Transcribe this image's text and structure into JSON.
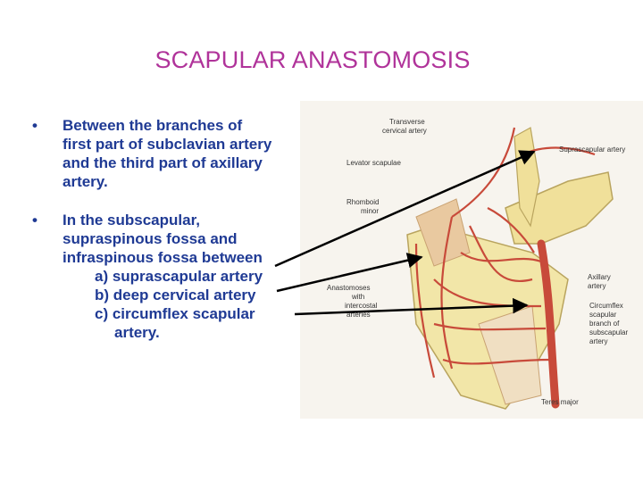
{
  "title": "SCAPULAR ANASTOMOSIS",
  "bullet1": {
    "line1": "Between the branches of",
    "line2": "first part of subclavian artery",
    "line3": "and the third part of axillary",
    "line4": "artery."
  },
  "bullet2": {
    "line1": "In the subscapular,",
    "line2": "supraspinous fossa and",
    "line3": "infraspinous fossa between",
    "item_a": "a) suprascapular artery",
    "item_b": "b) deep cervical artery",
    "item_c": "c) circumflex scapular",
    "item_c2": "artery."
  },
  "figure": {
    "transverse": [
      "Transverse",
      "cervical artery"
    ],
    "suprascapular": "Suprascapular artery",
    "levator": "Levator scapulae",
    "rhomboid": [
      "Rhomboid",
      "minor"
    ],
    "axillary": [
      "Axillary",
      "artery"
    ],
    "anastomoses": [
      "Anastomoses",
      "with",
      "intercostal",
      "arteries"
    ],
    "circumflex": [
      "Circumflex",
      "scapular",
      "branch of",
      "subscapular",
      "artery"
    ],
    "teres": "Teres major"
  },
  "colors": {
    "title": "#b0339a",
    "text": "#1f3a94",
    "artery": "#c84a3a",
    "bone": "#f2e6a8"
  }
}
